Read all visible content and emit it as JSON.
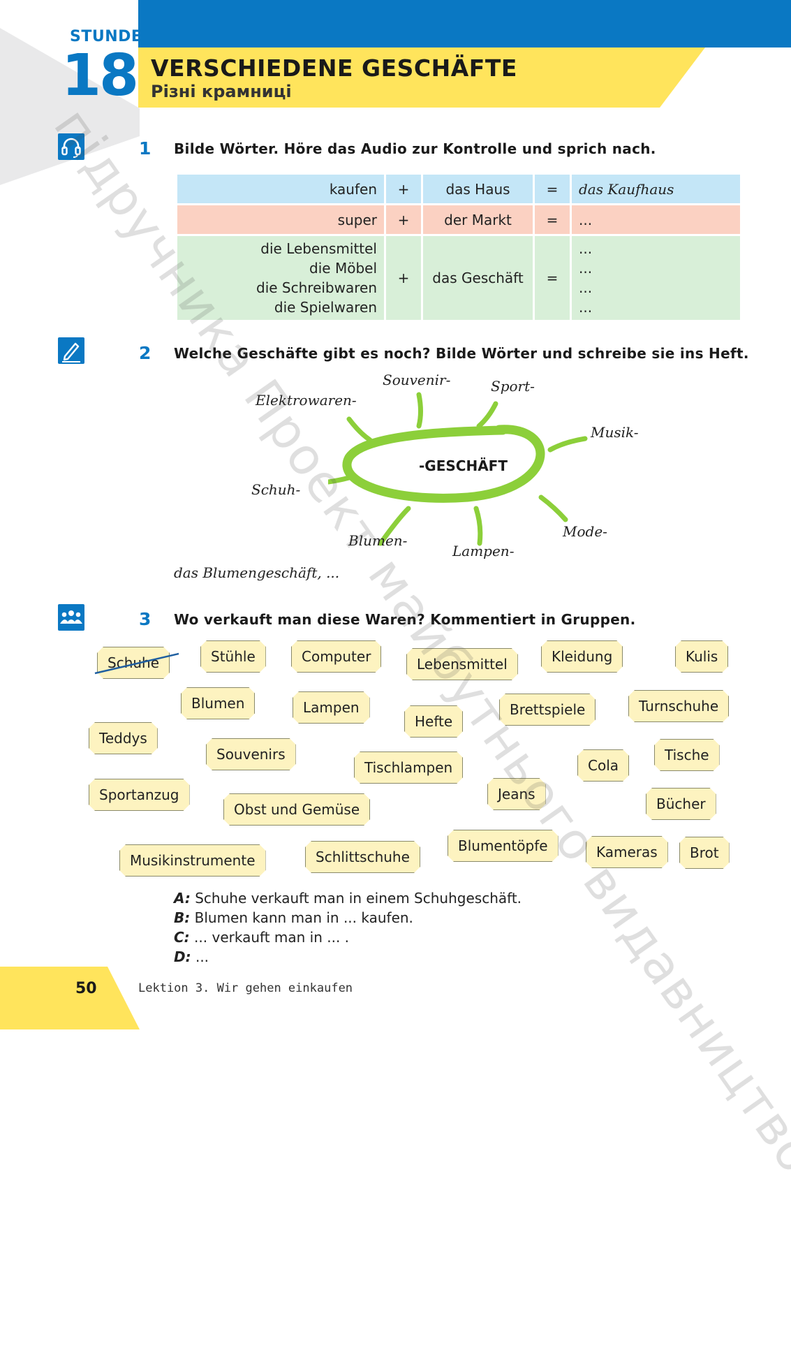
{
  "header": {
    "stunde_label": "STUNDE",
    "stunde_number": "18",
    "title": "VERSCHIEDENE GESCHÄFTE",
    "subtitle": "Різні крамниці"
  },
  "colors": {
    "brand_blue": "#0a78c3",
    "title_yellow": "#ffe45c",
    "row_blue": "#c4e6f7",
    "row_pink": "#fbd1c2",
    "row_green": "#d8efd8",
    "tag_fill": "#fdf3c0",
    "mindmap_green": "#8ccf3a"
  },
  "exercise1": {
    "number": "1",
    "icon": "headphones-icon",
    "instruction": "Bilde Wörter. Höre das Audio zur Kontrolle und sprich nach.",
    "rows": [
      {
        "left": [
          "kaufen"
        ],
        "plus": "+",
        "right": "das Haus",
        "eq": "=",
        "result": [
          "das Kaufhaus"
        ]
      },
      {
        "left": [
          "super"
        ],
        "plus": "+",
        "right": "der Markt",
        "eq": "=",
        "result": [
          "..."
        ]
      },
      {
        "left": [
          "die Lebensmittel",
          "die Möbel",
          "die Schreibwaren",
          "die Spielwaren"
        ],
        "plus": "+",
        "right": "das Geschäft",
        "eq": "=",
        "result": [
          "...",
          "...",
          "...",
          "..."
        ]
      }
    ]
  },
  "exercise2": {
    "number": "2",
    "icon": "pencil-icon",
    "instruction": "Welche Geschäfte gibt es noch? Bilde Wörter und schreibe sie ins Heft.",
    "center": "-GESCHÄFT",
    "words": [
      "Souvenir-",
      "Sport-",
      "Elektrowaren-",
      "Musik-",
      "Schuh-",
      "Mode-",
      "Blumen-",
      "Lampen-"
    ],
    "example": "das Blumengeschäft, ..."
  },
  "exercise3": {
    "number": "3",
    "icon": "group-icon",
    "instruction": "Wo verkauft man diese Waren? Kommentiert in Gruppen.",
    "tags": [
      "Schuhe",
      "Stühle",
      "Computer",
      "Lebensmittel",
      "Kleidung",
      "Kulis",
      "Blumen",
      "Lampen",
      "Hefte",
      "Brettspiele",
      "Turnschuhe",
      "Teddys",
      "Souvenirs",
      "Tischlampen",
      "Cola",
      "Tische",
      "Sportanzug",
      "Obst und Gemüse",
      "Jeans",
      "Bücher",
      "Musikinstrumente",
      "Schlittschuhe",
      "Blumentöpfe",
      "Kameras",
      "Brot"
    ],
    "dialog": [
      {
        "speaker": "A:",
        "text": "Schuhe verkauft man in einem Schuhgeschäft."
      },
      {
        "speaker": "B:",
        "text": "Blumen kann man in ... kaufen."
      },
      {
        "speaker": "C:",
        "text": "... verkauft man in ... ."
      },
      {
        "speaker": "D:",
        "text": "..."
      }
    ]
  },
  "footer": {
    "page_number": "50",
    "chapter": "Lektion 3. Wir gehen einkaufen"
  },
  "watermark": "підручника Проект майбутнього видавництво \"Ранок\""
}
